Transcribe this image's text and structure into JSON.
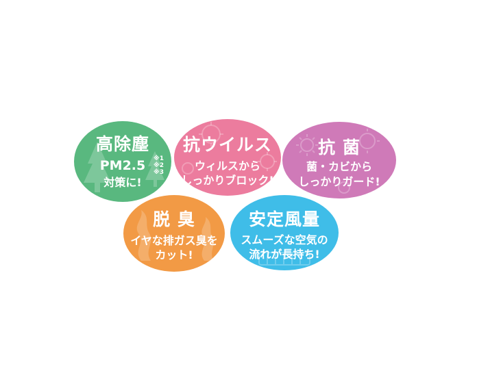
{
  "badges": {
    "dust": {
      "title": "高除塵",
      "pm": "PM2.5",
      "line2": "対策に!",
      "notes": [
        "※1",
        "※2",
        "※3"
      ],
      "color": "#59b87f",
      "icon": "tree-icon"
    },
    "virus": {
      "title": "抗ウイルス",
      "line1": "ウィルスから",
      "line2": "しっかりブロック!",
      "color": "#ec7c9e",
      "icon": "virus-icon"
    },
    "bacteria": {
      "title": "抗 菌",
      "line1": "菌・カビから",
      "line2": "しっかりガード!",
      "color": "#cf7ab8",
      "icon": "germ-icon"
    },
    "odor": {
      "title": "脱 臭",
      "line1": "イヤな排ガス臭を",
      "line2": "カット!",
      "color": "#f29a45",
      "icon": "smoke-icon"
    },
    "airflow": {
      "title": "安定風量",
      "line1": "スムーズな空気の",
      "line2": "流れが長持ち!",
      "color": "#3fbde8",
      "icon": "filter-icon"
    }
  }
}
